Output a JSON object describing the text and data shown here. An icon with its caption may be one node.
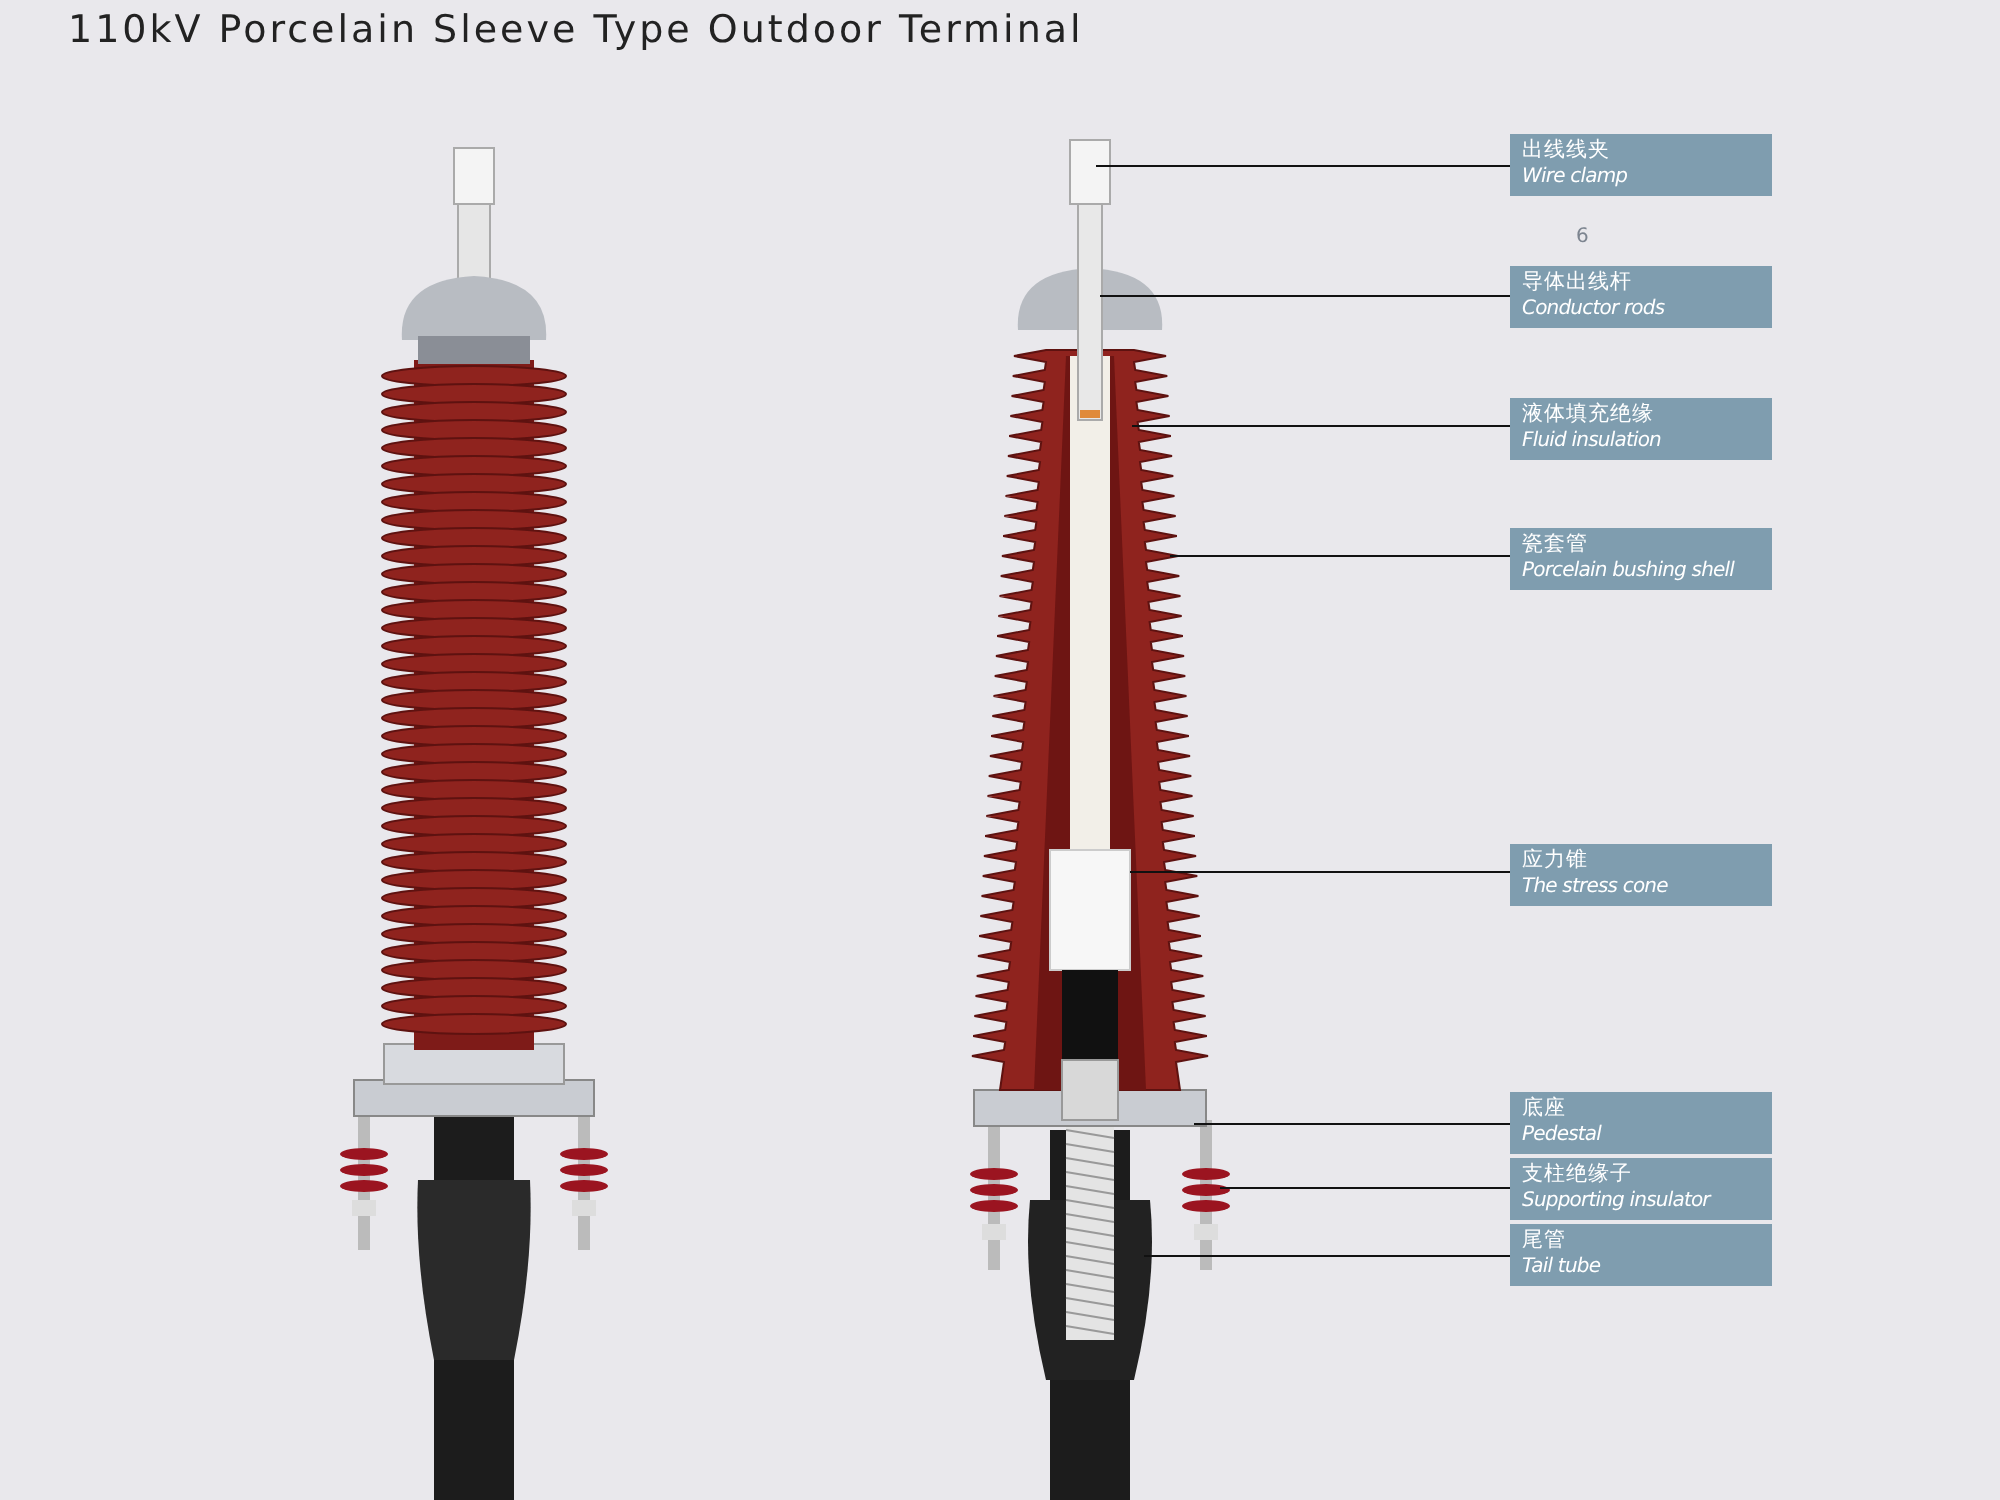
{
  "diagram": {
    "title": "110kV Porcelain Sleeve Type Outdoor Terminal",
    "nodes": [
      {
        "text": [
          "出线线夹",
          "Wire clamp"
        ]
      },
      {
        "text": [
          "导体出线杆",
          "Conductor rods"
        ]
      },
      {
        "text": [
          "液体填充绝缘",
          "Fluid insulation"
        ]
      },
      {
        "text": [
          "瓷套管",
          "Porcelain bushing shell"
        ]
      },
      {
        "text": [
          "应力锥",
          "The stress cone"
        ]
      },
      {
        "text": [
          "底座",
          "Pedestal"
        ]
      },
      {
        "text": [
          "支柱绝缘子",
          "Supporting insulator"
        ]
      },
      {
        "text": [
          "尾管",
          "Tail tube"
        ]
      }
    ],
    "edges": [
      {
        "from": 0,
        "to": null,
        "arrow": "none"
      },
      {
        "from": 1,
        "to": null,
        "arrow": "none"
      },
      {
        "from": 2,
        "to": null,
        "arrow": "none"
      },
      {
        "from": 3,
        "to": null,
        "arrow": "none"
      },
      {
        "from": 4,
        "to": null,
        "arrow": "none"
      },
      {
        "from": 5,
        "to": null,
        "arrow": "none"
      },
      {
        "from": 6,
        "to": null,
        "arrow": "none"
      },
      {
        "from": 7,
        "to": null,
        "arrow": "none"
      }
    ],
    "labels": [
      "6"
    ]
  }
}
